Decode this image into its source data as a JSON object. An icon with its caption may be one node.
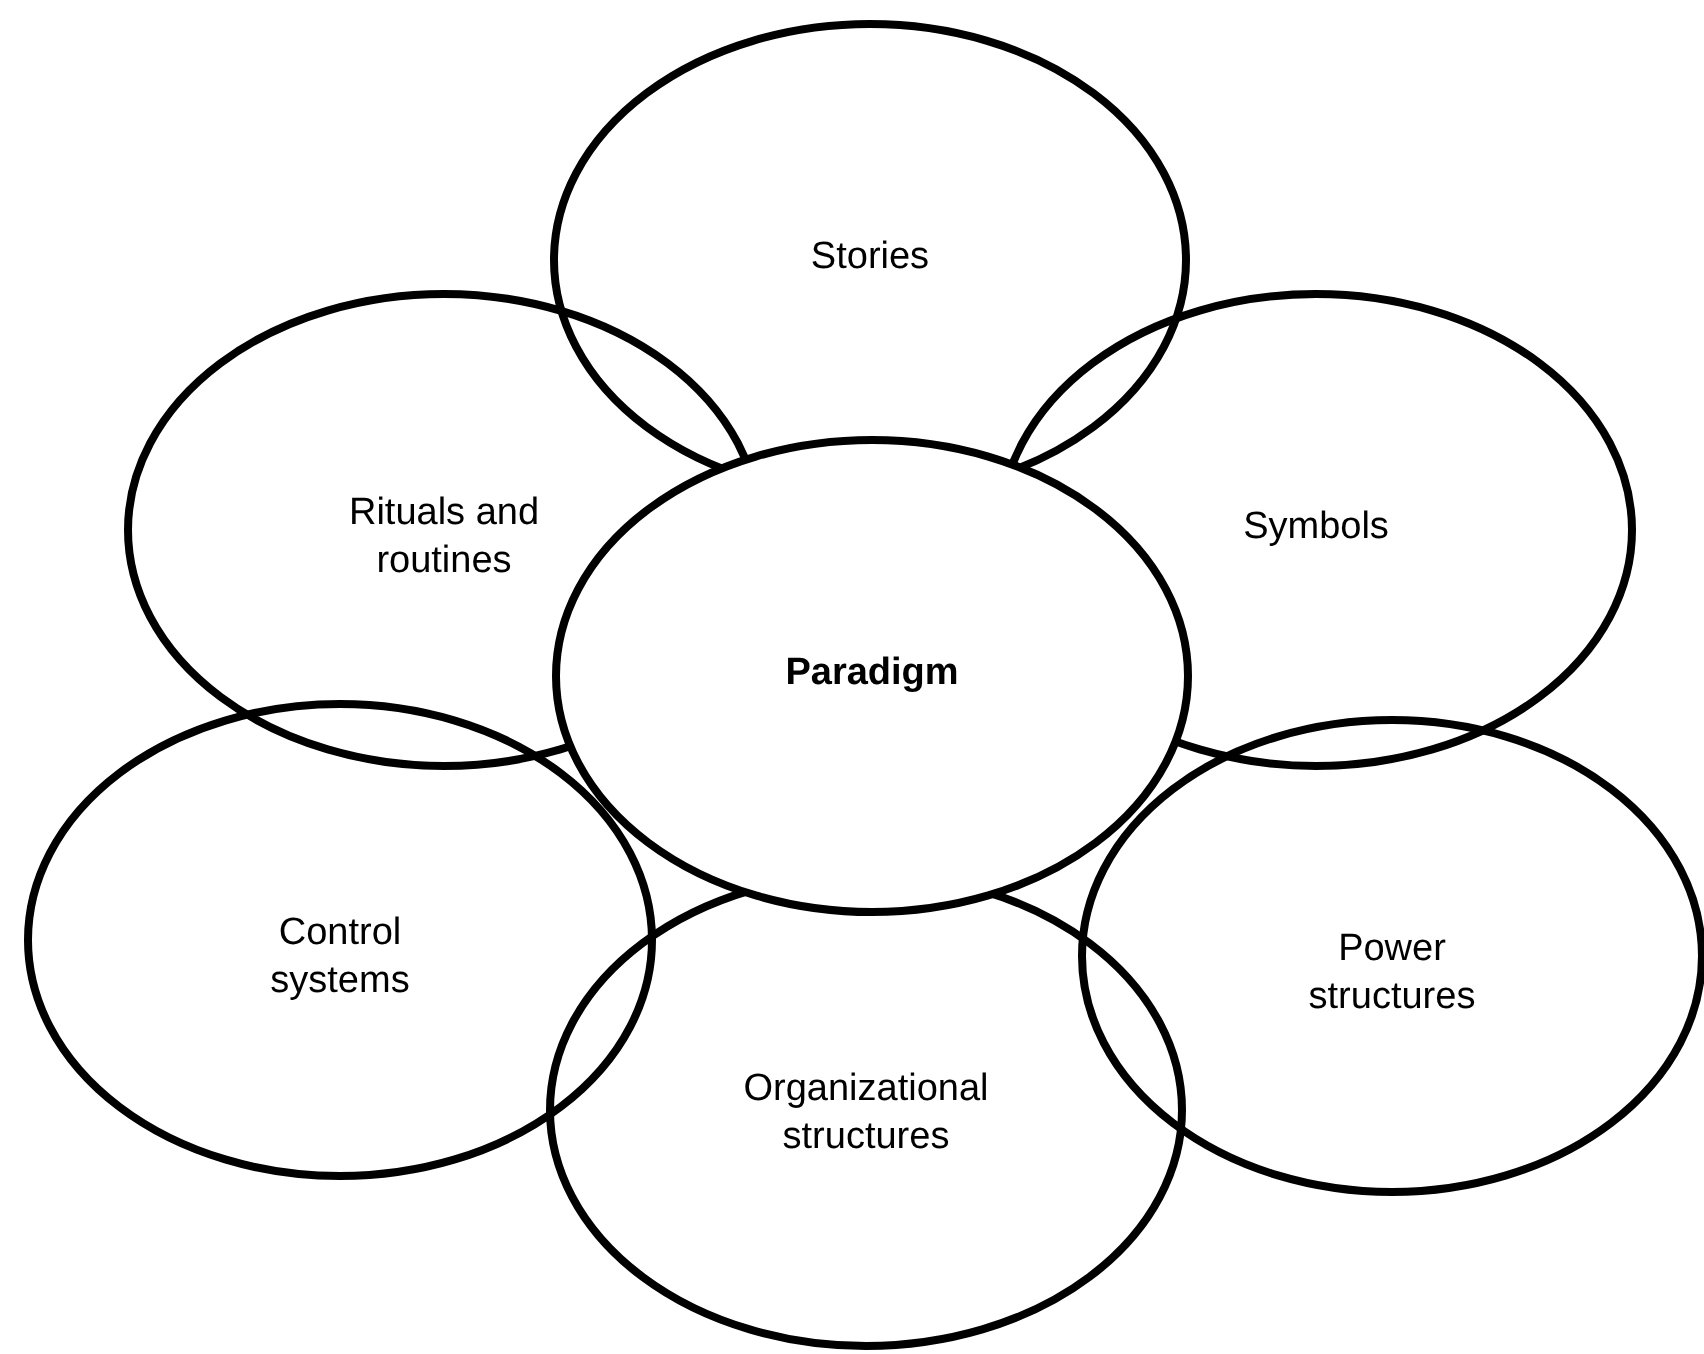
{
  "diagram": {
    "nodes": [
      {
        "text": [
          "Stories"
        ]
      },
      {
        "text": [
          "Rituals and routines"
        ]
      },
      {
        "text": [
          "Symbols"
        ]
      },
      {
        "text": [
          "Paradigm"
        ]
      },
      {
        "text": [
          "Control systems"
        ]
      },
      {
        "text": [
          "Power structures"
        ]
      },
      {
        "text": [
          "Organizational structures"
        ]
      }
    ]
  }
}
